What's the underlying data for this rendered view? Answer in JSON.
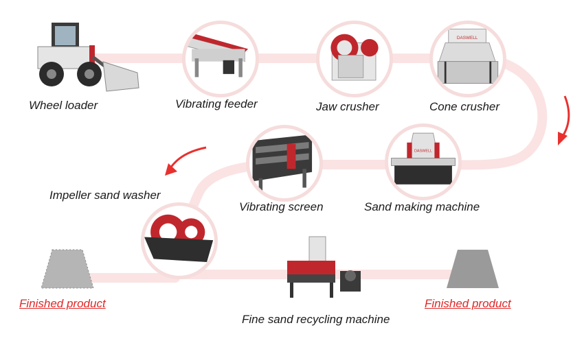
{
  "colors": {
    "flow_line": "#fbe3e3",
    "node_ring": "#f6dcdc",
    "arrow": "#e8312f",
    "accent_red": "#d92b2b",
    "machine_gray": "#d8dadc",
    "finished_text": "#e02626"
  },
  "stages": [
    {
      "label": "Wheel loader",
      "icon": "wheel-loader-icon"
    },
    {
      "label": "Vibrating feeder",
      "icon": "vibrating-feeder-icon"
    },
    {
      "label": "Jaw crusher",
      "icon": "jaw-crusher-icon"
    },
    {
      "label": "Cone crusher",
      "icon": "cone-crusher-icon"
    },
    {
      "label": "Sand making machine",
      "icon": "sand-making-machine-icon"
    },
    {
      "label": "Vibrating screen",
      "icon": "vibrating-screen-icon"
    },
    {
      "label": "Impeller sand washer",
      "icon": "impeller-sand-washer-icon"
    },
    {
      "label": "Fine sand recycling machine",
      "icon": "fine-sand-recycling-machine-icon"
    }
  ],
  "brand_text": "DASWELL",
  "finished": [
    {
      "label": "Finished product",
      "icon": "gravel-pile-icon"
    },
    {
      "label": "Finished product",
      "icon": "sand-pile-icon"
    }
  ]
}
